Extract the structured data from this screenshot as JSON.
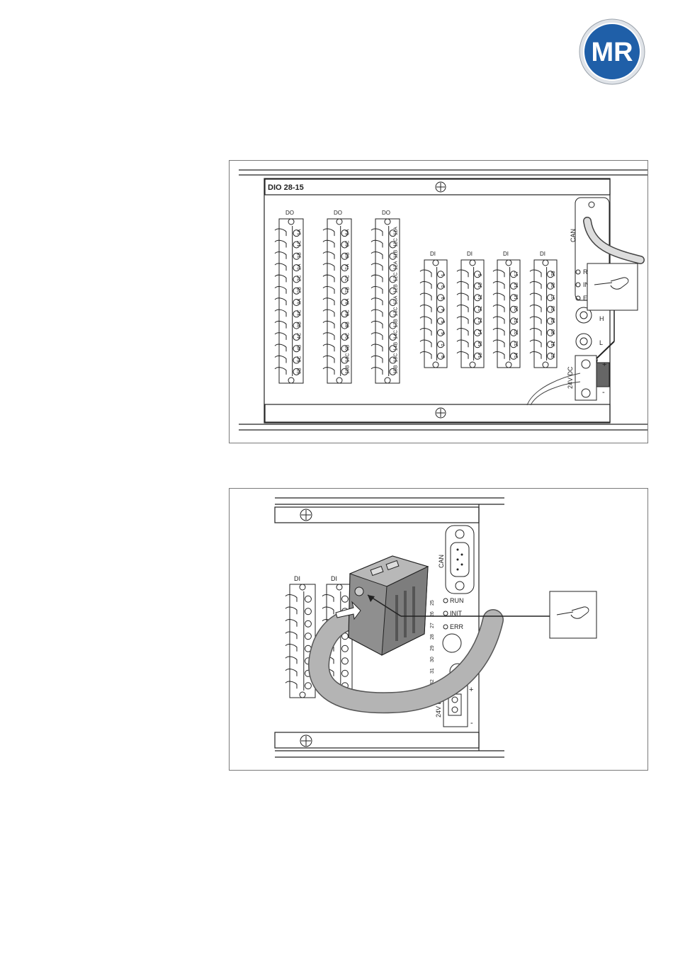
{
  "logo": {
    "text": "MR",
    "color_outer": "#1f5fa8",
    "color_ring": "#c8ccd2"
  },
  "figure1": {
    "module_label": "DIO 28-15",
    "do_header": "DO",
    "di_header": "DI",
    "do_terminals": [
      [
        "1A",
        "1C",
        "1B",
        "2A",
        "2C",
        "2B",
        "3A",
        "3C",
        "3B",
        "4C",
        "4B",
        "5C",
        "5B"
      ],
      [
        "6A",
        "6C",
        "6B",
        "7A",
        "7C",
        "7B",
        "8A",
        "8C",
        "8B",
        "9C",
        "9B",
        "10C",
        "10B"
      ],
      [
        "11A",
        "11C",
        "11B",
        "12A",
        "12C",
        "12B",
        "13A",
        "13C",
        "13B",
        "14C",
        "14B",
        "15C",
        "15B"
      ]
    ],
    "di_terminals": [
      [
        "1",
        "2",
        "3",
        "4",
        "5",
        "6",
        "7",
        "8"
      ],
      [
        "9",
        "10",
        "11",
        "12",
        "13",
        "14",
        "15",
        "16"
      ],
      [
        "17",
        "18",
        "19",
        "20",
        "21",
        "22",
        "23",
        "24"
      ],
      [
        "25",
        "26",
        "27",
        "28",
        "29",
        "30",
        "31",
        "32"
      ]
    ],
    "can_label": "CAN",
    "leds": [
      "RUN",
      "INIT",
      "ERR"
    ],
    "rotary": [
      "H",
      "L"
    ],
    "power_label": "24V DC",
    "plus": "+",
    "minus": "-"
  },
  "figure2": {
    "di_header": "DI",
    "can_label": "CAN",
    "leds": [
      "RUN",
      "INIT",
      "ERR"
    ],
    "di_right_terminals": [
      "25",
      "26",
      "27",
      "28",
      "29",
      "30",
      "31",
      "32"
    ],
    "rotary": "L",
    "power_label": "24V DC",
    "plus": "+",
    "minus": "-"
  }
}
